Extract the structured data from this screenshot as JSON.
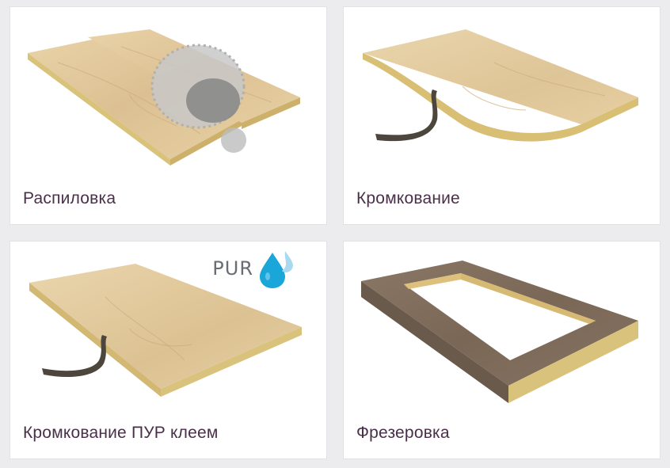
{
  "cards": [
    {
      "label": "Распиловка"
    },
    {
      "label": "Кромкование"
    },
    {
      "label": "Кромкование ПУР клеем",
      "badge": "PUR"
    },
    {
      "label": "Фрезеровка"
    }
  ],
  "colors": {
    "background": "#ececef",
    "card": "#ffffff",
    "label": "#4a2f49",
    "wood_top": "#e3c89b",
    "wood_side": "#d8c07a",
    "edge_tape": "#4d463c",
    "water_blue": "#1aa6d8",
    "laminate_brown": "#7d6a5a"
  },
  "icons": [
    "saw-blade-icon",
    "water-drop-icon"
  ]
}
